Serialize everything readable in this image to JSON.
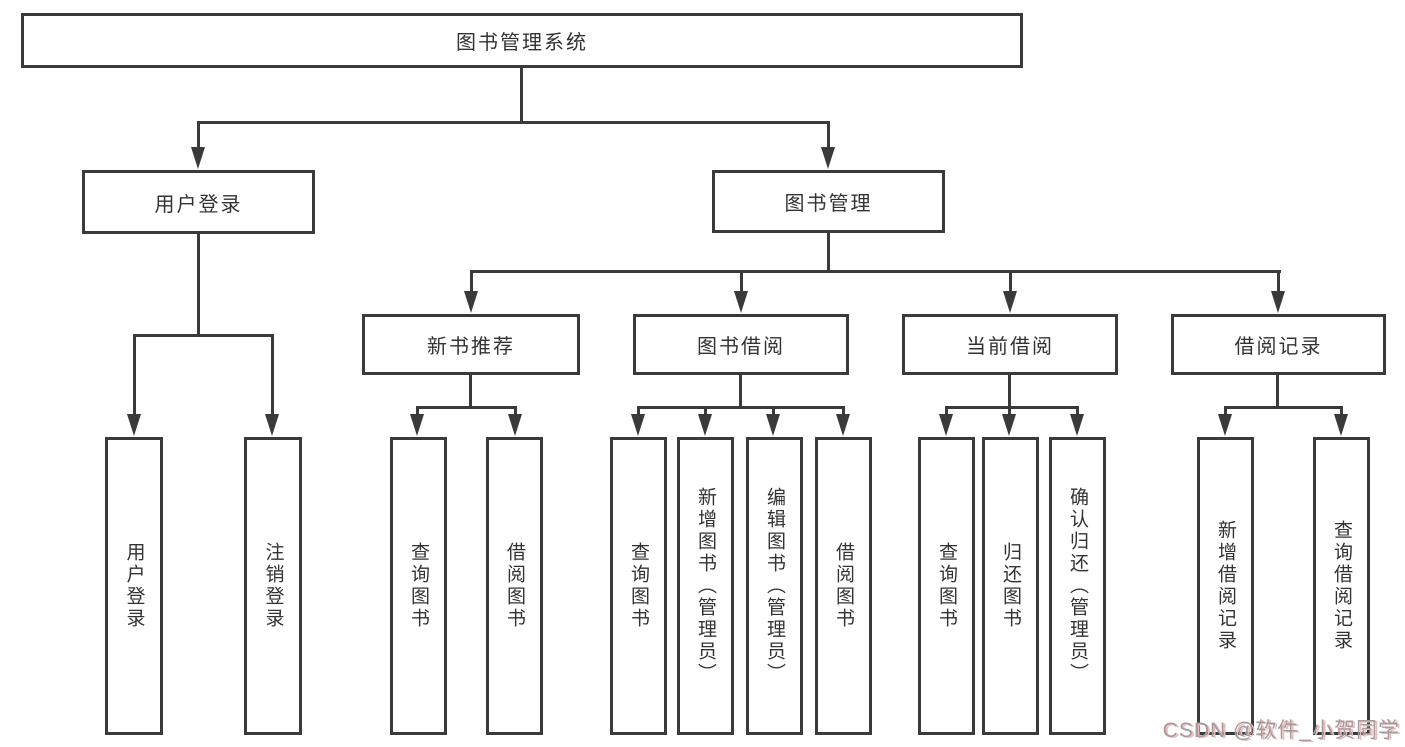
{
  "diagram": {
    "root": {
      "label": "图书管理系统"
    },
    "user_login": {
      "label": "用户登录",
      "children": [
        {
          "label": "用户登录"
        },
        {
          "label": "注销登录"
        }
      ]
    },
    "book_mgmt": {
      "label": "图书管理"
    },
    "new_books": {
      "label": "新书推荐",
      "children": [
        {
          "label": "查询图书"
        },
        {
          "label": "借阅图书"
        }
      ]
    },
    "book_borrow": {
      "label": "图书借阅",
      "children": [
        {
          "label": "查询图书"
        },
        {
          "label": "新增图书（管理员）"
        },
        {
          "label": "编辑图书（管理员）"
        },
        {
          "label": "借阅图书"
        }
      ]
    },
    "current_borrow": {
      "label": "当前借阅",
      "children": [
        {
          "label": "查询图书"
        },
        {
          "label": "归还图书"
        },
        {
          "label": "确认归还（管理员）"
        }
      ]
    },
    "borrow_records": {
      "label": "借阅记录",
      "children": [
        {
          "label": "新增借阅记录"
        },
        {
          "label": "查询借阅记录"
        }
      ]
    }
  },
  "watermark": {
    "text": "CSDN @软件_小贺同学"
  },
  "colors": {
    "line": "#3a3a3a",
    "text": "#333333",
    "background": "#ffffff",
    "watermark": "#9e9e9e",
    "watermark_shadow": "#f2b8b8"
  }
}
